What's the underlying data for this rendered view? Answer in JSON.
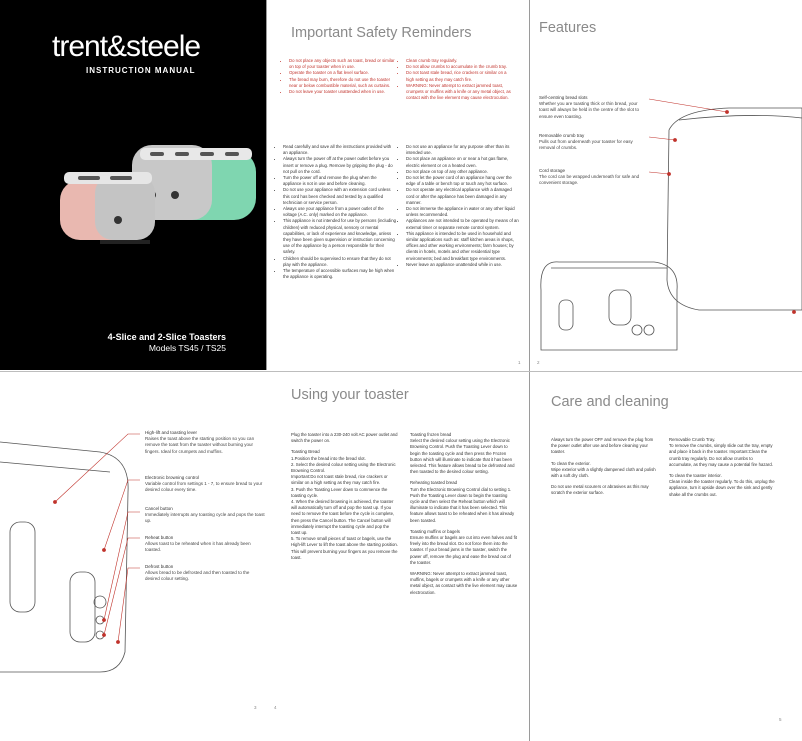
{
  "cover": {
    "brand": "trent&steele",
    "manual": "INSTRUCTION MANUAL",
    "title": "4-Slice and 2-Slice Toasters",
    "models": "Models TS45 / TS25"
  },
  "safety": {
    "title": "Important Safety Reminders",
    "red_left": [
      "Do not place any objects such as toast, bread or similar on top of your toaster when in use.",
      "Operate the toaster on a flat level surface.",
      "The bread may burn, therefore do not use the toaster near or below combustible material, such as curtains.",
      "Do not leave your toaster unattended when in use."
    ],
    "red_right": [
      "Clean crumb tray regularly.",
      "Do not allow crumbs to accumulate in the crumb tray.",
      "Do not toast stale bread, rice crackers or similar on a high setting as they may catch fire.",
      "WARNING: Never attempt to extract jammed toast, crumpets or muffins with a knife or any metal object, as contact with the live element may cause electrocution."
    ],
    "left": [
      "Read carefully and save all the instructions provided with an appliance.",
      "Always turn the power off at the power outlet before you insert or remove a plug. Remove by gripping the plug - do not pull on the cord.",
      "Turn the power off and remove the plug when the appliance is not in use and before cleaning.",
      "Do not use your appliance with an extension cord unless this cord has been checked and tested by a qualified technician or service person.",
      "Always use your appliance from a power outlet of the voltage (A.C. only) marked on the appliance.",
      "This appliance is not intended for use by persons (including children) with reduced physical, sensory or mental capabilities, or lack of experience and knowledge, unless they have been given supervision or instruction concerning use of the appliance by a person responsible for their safety.",
      "Children should be supervised to ensure that they do not play with the appliance.",
      "The temperature of accessible surfaces may be high when the appliance is operating."
    ],
    "right": [
      "Do not use an appliance for any purpose other than its intended use.",
      "Do not place an appliance on or near a hot gas flame, electric element or on a heated oven.",
      "Do not place on top of any other appliance.",
      "Do not let the power cord of an appliance hang over the edge of a table or bench top or touch any hot surface.",
      "Do not operate any electrical appliance with a damaged cord or after the appliance has been damaged in any manner.",
      "Do not immerse the appliance in water or any other liquid unless recommended.",
      "Appliances are not intended to be operated by means of an external timer or separate remote control system.",
      "This appliance is intended to be used in household and similar applications such as: staff kitchen areas in shops, offices and other working environments; farm houses; by clients in hotels, motels and other residential type environments; bed and breakfast type environments.",
      "Never leave an appliance unattended while in use."
    ],
    "page": "1"
  },
  "features": {
    "title": "Features",
    "items": [
      {
        "name": "Self-centring bread slots",
        "desc": "Whether you are toasting thick or thin bread, your toast will always be held in the centre of the slot to ensure even toasting."
      },
      {
        "name": "Removable crumb tray",
        "desc": "Pulls out from underneath your toaster for easy removal of crumbs."
      },
      {
        "name": "Cord storage",
        "desc": "The cord can be wrapped underneath for safe and convenient storage."
      }
    ],
    "page": "2"
  },
  "using": {
    "title": "Using your toaster",
    "labels": [
      {
        "name": "High-lift and toasting lever",
        "desc": "Raises the toast above the starting position so you can remove the toast from the toaster without burning your fingers. Ideal for crumpets and muffins."
      },
      {
        "name": "Electronic browning control",
        "desc": "Variable control from settings 1 - 7, to ensure bread to your desired colour every time."
      },
      {
        "name": "Cancel button",
        "desc": "Immediately interrupts any toasting cycle and pops the toast up."
      },
      {
        "name": "Reheat button",
        "desc": "Allows toast to be reheated when it has already been toasted."
      },
      {
        "name": "Defrost button",
        "desc": "Allows bread to be defrosted and then toasted to the desired colour setting."
      }
    ],
    "col1": [
      "Plug the toaster into a 230-240 volt AC power outlet and switch the power on.",
      "Toasting Bread",
      "1.Position the bread into the bread slot.",
      "2. Select the desired colour setting using the Electronic Browning Control.",
      "Important:Do not toast stale bread, rice crackers or similar on a high setting as they may catch fire.",
      "3. Push the Toasting Lever down to commence the toasting cycle.",
      "4. When the desired browning is achieved, the toaster will automatically turn off and pop the toast up. If you need to remove the toast before the cycle is complete, then press the Cancel button. The Cancel button will immediately interrupt the toasting cycle and pop the toast up.",
      "5. To remove small pieces of toast or bagels, use the High-lift Lever to lift the toast above the starting position. This will prevent burning your fingers as you remove the toast."
    ],
    "col2": [
      "Toasting frozen bread",
      "Select the desired colour setting using the Electronic Browning Control. Push the Toasting Lever down to begin the toasting cycle and then press the Frozen button which will illuminate to indicate that it has been selected. This feature allows bread to be defrosted and then toasted to the desired colour setting.",
      "Reheating toasted bread",
      "Turn the Electronic Browning Control dial to setting 1. Push the Toasting Lever down to begin the toasting cycle and then select the Reheat button which will illuminate to indicate that it has been selected. This feature allows toast to be reheated when it has already been toasted.",
      "Toasting muffins or bagels",
      "Ensure muffins or bagels are cut into even halves and fit freely into the bread slot. Do not force them into the toaster. If your bread jams in the toaster, switch the power off, remove the plug and ease the bread out of the toaster.",
      "WARNING: Never attempt to extract jammed toast, muffins, bagels or crumpets with a knife or any other metal object, as contact with the live element may cause electrocution."
    ],
    "page_left": "3",
    "page_right": "4"
  },
  "care": {
    "title": "Care and cleaning",
    "col1": [
      "Always turn the power OFF and remove the plug from the power outlet after use and before cleaning your toaster.",
      "To clean the exterior.",
      "Wipe exterior with a slightly dampened cloth and polish with a soft dry cloth.",
      "Do not use metal scourers or abrasives as this may scratch the exterior surface."
    ],
    "col2": [
      "Removable Crumb Tray.",
      "To remove the crumbs, simply slide out the tray, empty and place it back in the toaster. Important:Clean the crumb tray regularly. Do not allow crumbs to accumulate, as they may cause a potential fire hazard.",
      "To clean the toaster interior.",
      "Clean inside the toaster regularly. To do this, unplug the appliance, turn it upside down over the sink and gently shake all the crumbs out."
    ],
    "page": "5"
  },
  "colors": {
    "accent_red": "#c0322b",
    "title_grey": "#8a8a8a",
    "pink": "#e9b8b0",
    "mint": "#7fd6b0"
  }
}
